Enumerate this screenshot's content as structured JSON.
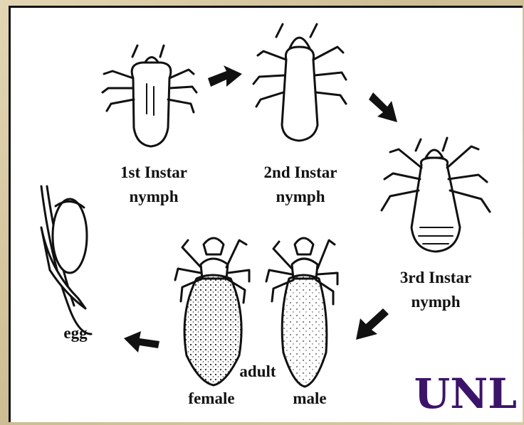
{
  "stages": {
    "instar1": {
      "line1": "1st Instar",
      "line2": "nymph"
    },
    "instar2": {
      "line1": "2nd Instar",
      "line2": "nymph"
    },
    "instar3": {
      "line1": "3rd Instar",
      "line2": "nymph"
    },
    "adult": "adult",
    "female": "female",
    "male": "male",
    "egg": "egg"
  },
  "logo": {
    "text": "UNL",
    "color": "#3b1469"
  }
}
